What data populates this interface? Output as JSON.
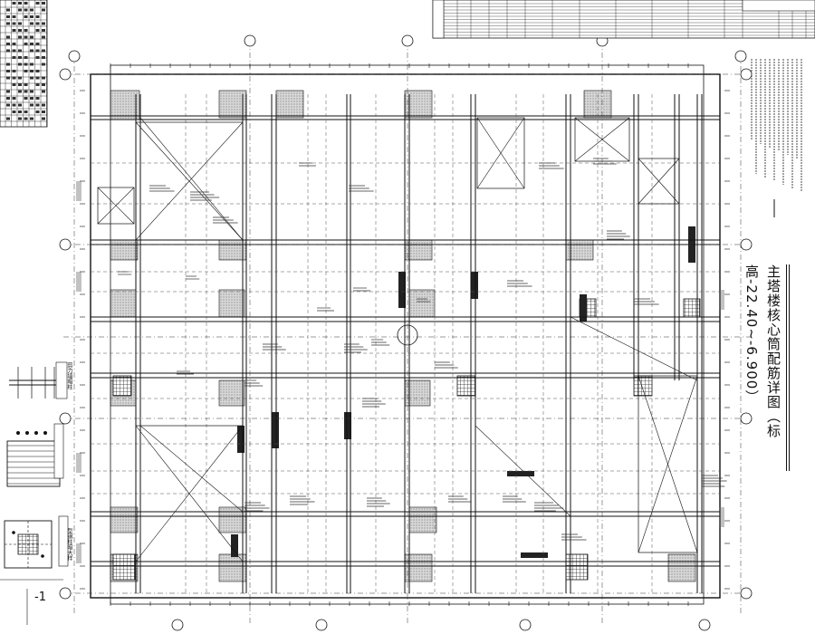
{
  "title": "主塔楼核心筒配筋详图（标高-22.40~-6.900）",
  "detail_labels": {
    "left_top": "剪力墙暗柱",
    "left_bottom": "型钢柱暗大样"
  },
  "section_mark": "-1",
  "grid_axes": {
    "top": [
      "",
      "",
      "",
      "",
      ""
    ],
    "left": [
      "",
      "",
      "",
      "",
      ""
    ],
    "right": [
      "",
      "",
      "",
      "",
      ""
    ],
    "bottom": [
      "",
      "",
      "",
      ""
    ]
  }
}
